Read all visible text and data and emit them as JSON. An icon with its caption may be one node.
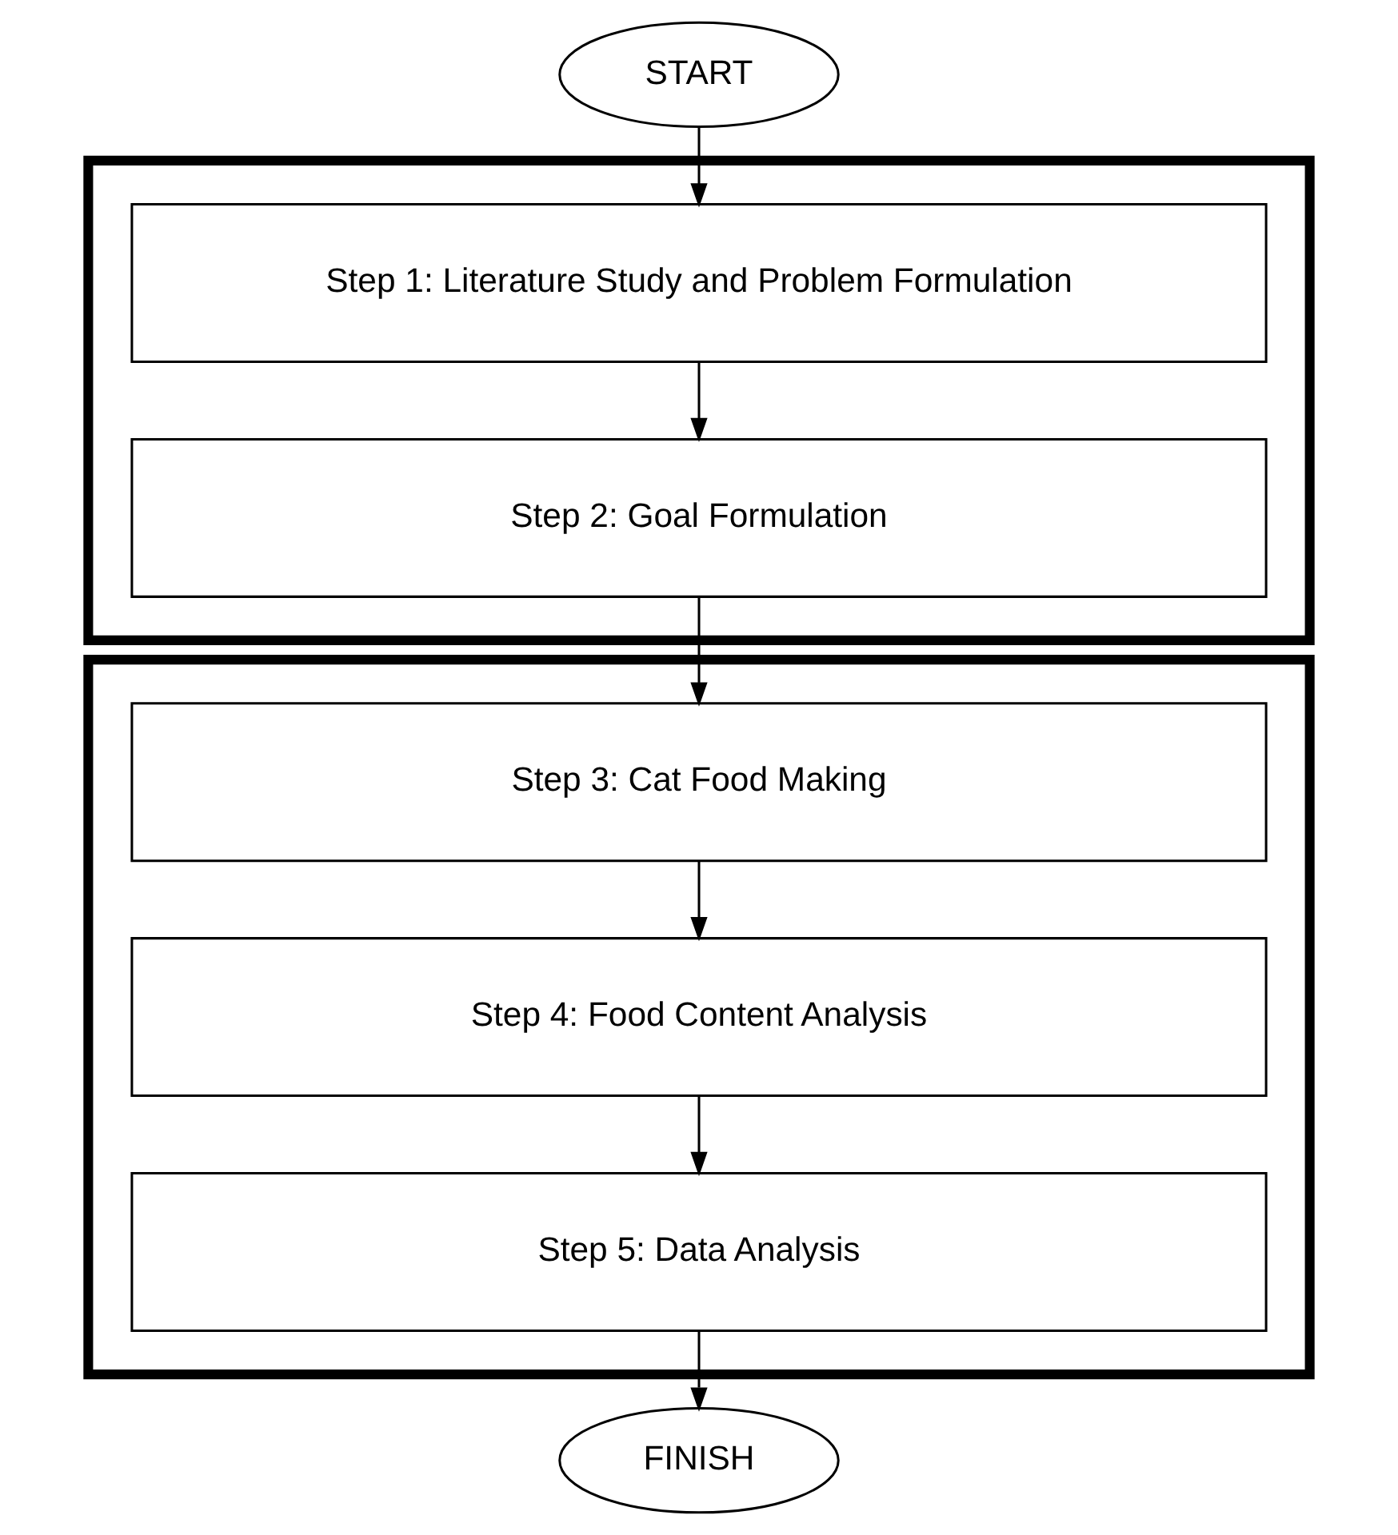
{
  "diagram": {
    "nodes": [
      {
        "text": [
          "START"
        ]
      },
      {
        "text": [],
        "shape": "box"
      },
      {
        "text": [
          "Step 1: Literature Study and Problem Formulation"
        ],
        "in": 1
      },
      {
        "text": [
          "Step 2: Goal Formulation"
        ],
        "in": 1
      },
      {
        "text": [],
        "shape": "box"
      },
      {
        "text": [
          "Step 3: Cat Food Making"
        ],
        "in": 4
      },
      {
        "text": [
          "Step 4: Food Content Analysis"
        ],
        "in": 4
      },
      {
        "text": [
          "Step 5: Data Analysis"
        ],
        "in": 4
      },
      {
        "text": [
          "FINISH"
        ]
      }
    ],
    "edges": [
      {
        "from": 0,
        "to": 2,
        "arrow": "to"
      },
      {
        "from": 2,
        "to": 3,
        "arrow": "to"
      },
      {
        "from": 3,
        "to": 5,
        "arrow": "to"
      },
      {
        "from": 5,
        "to": 6,
        "arrow": "to"
      },
      {
        "from": 6,
        "to": 7,
        "arrow": "to"
      },
      {
        "from": 7,
        "to": 8,
        "arrow": "to"
      }
    ]
  }
}
